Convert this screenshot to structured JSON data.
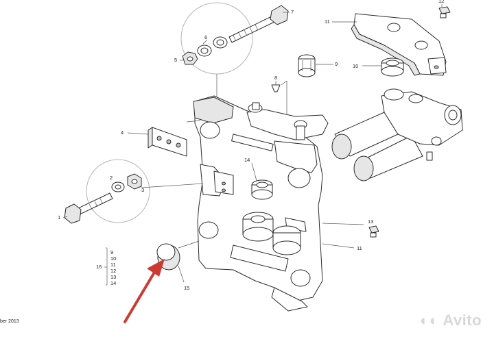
{
  "callouts": {
    "c1": "1",
    "c2": "2",
    "c3": "3",
    "c4": "4",
    "c5": "5",
    "c6": "6",
    "c7": "7",
    "c8": "8",
    "c9": "9",
    "c10": "10",
    "c11a": "11",
    "c11b": "11",
    "c12": "12",
    "c13": "13",
    "c14": "14",
    "c15": "15",
    "c16": "16"
  },
  "group16": [
    "9",
    "10",
    "11",
    "12",
    "13",
    "14"
  ],
  "footer": "ber 2013",
  "watermark": "Avito",
  "colors": {
    "arrow": "#cd3a32",
    "line": "#2a2a2a",
    "callout_circle": "#b5b5b5"
  }
}
